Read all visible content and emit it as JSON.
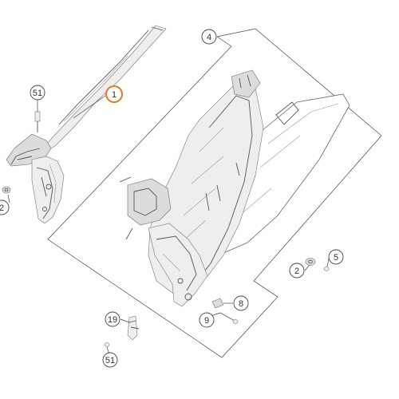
{
  "diagram": {
    "highlight_color": "#e87722",
    "line_color": "#555555",
    "callouts": [
      {
        "id": "c1",
        "label": "1",
        "highlighted": true
      },
      {
        "id": "c51a",
        "label": "51",
        "highlighted": false
      },
      {
        "id": "c2a",
        "label": "2",
        "highlighted": false
      },
      {
        "id": "c4",
        "label": "4",
        "highlighted": false
      },
      {
        "id": "c2b",
        "label": "2",
        "highlighted": false
      },
      {
        "id": "c5",
        "label": "5",
        "highlighted": false
      },
      {
        "id": "c8",
        "label": "8",
        "highlighted": false
      },
      {
        "id": "c9",
        "label": "9",
        "highlighted": false
      },
      {
        "id": "c19",
        "label": "19",
        "highlighted": false
      },
      {
        "id": "c51b",
        "label": "51",
        "highlighted": false
      }
    ]
  }
}
